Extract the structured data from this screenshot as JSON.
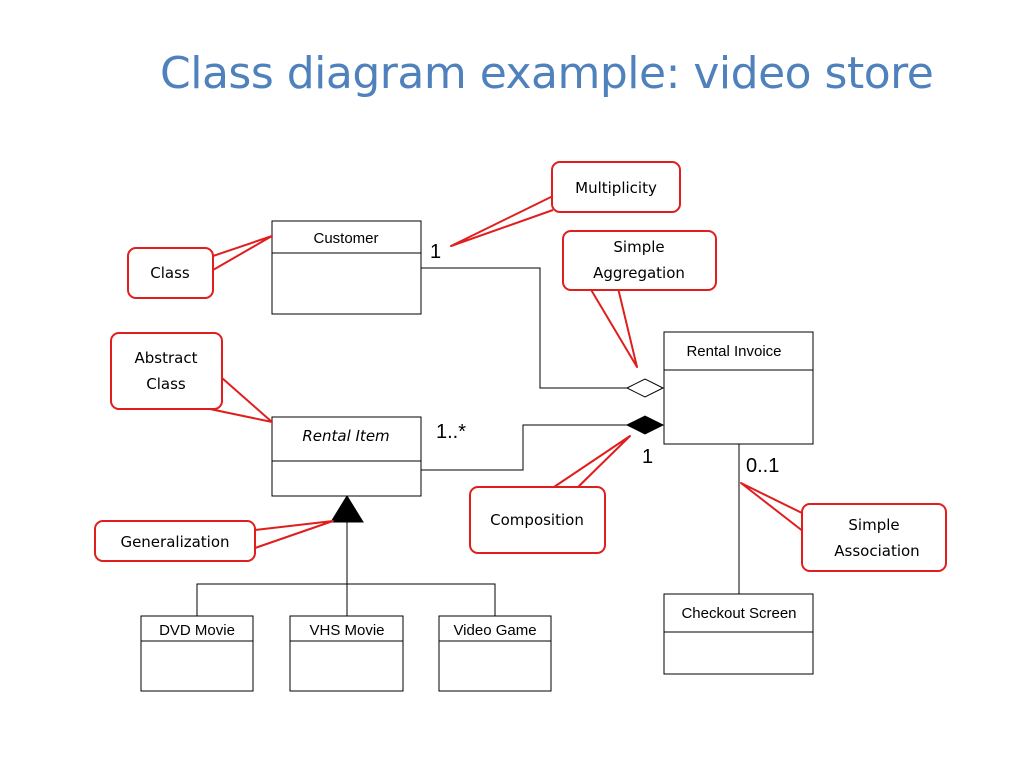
{
  "slide": {
    "title": "Class diagram example: video store"
  },
  "classes": {
    "customer": "Customer",
    "rental_invoice": "Rental Invoice",
    "rental_item": "Rental Item",
    "checkout_screen": "Checkout Screen",
    "dvd_movie": "DVD Movie",
    "vhs_movie": "VHS Movie",
    "video_game": "Video Game"
  },
  "multiplicities": {
    "customer_end": "1",
    "rental_item_end": "1..*",
    "invoice_composition_end": "1",
    "invoice_association_end": "0..1"
  },
  "callouts": {
    "multiplicity": [
      "Multiplicity"
    ],
    "class": [
      "Class"
    ],
    "simple_aggregation": [
      "Simple",
      "Aggregation"
    ],
    "abstract_class": [
      "Abstract",
      "Class"
    ],
    "composition": [
      "Composition"
    ],
    "generalization": [
      "Generalization"
    ],
    "simple_association": [
      "Simple",
      "Association"
    ]
  },
  "colors": {
    "title": "#4f81bd",
    "callout_border": "#e01e1e",
    "callout_fill": "#ffffff",
    "uml_line": "#000000"
  }
}
